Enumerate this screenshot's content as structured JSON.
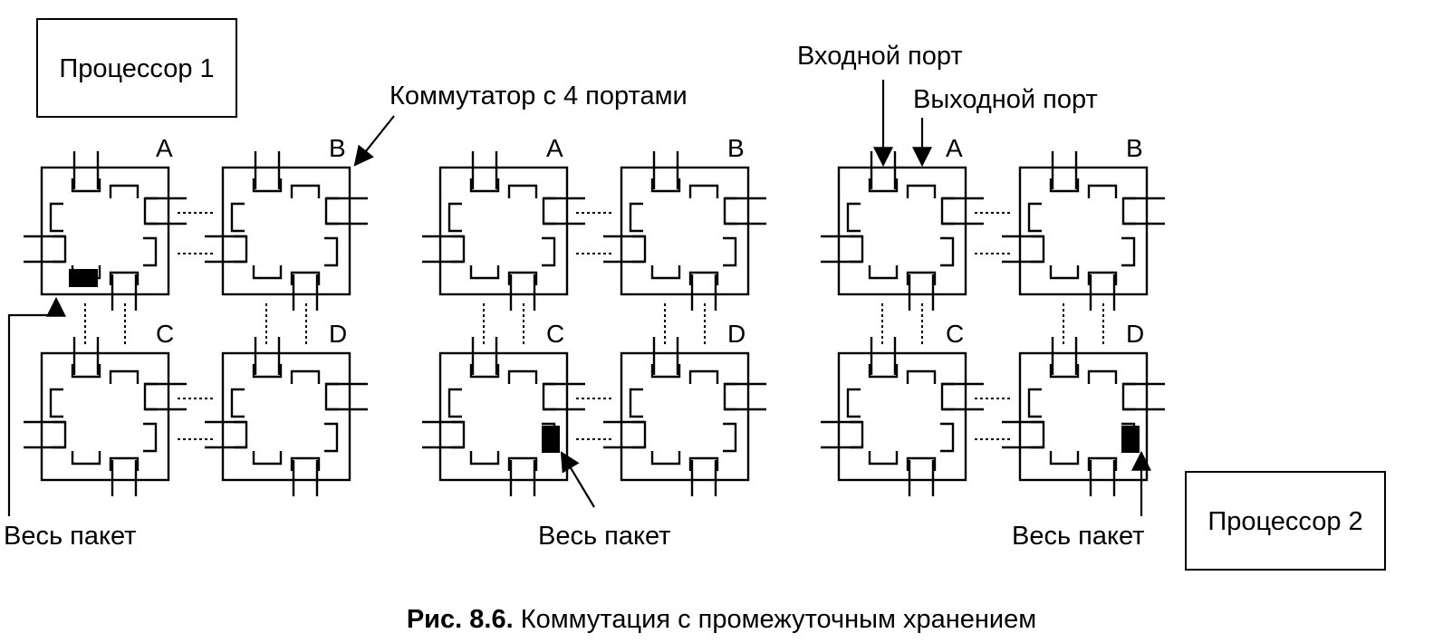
{
  "processors": {
    "p1": "Процессор 1",
    "p2": "Процессор 2"
  },
  "labels": {
    "switch_ports": "Коммутатор с 4 портами",
    "input_port": "Входной порт",
    "output_port": "Выходной порт",
    "whole_packet": "Весь пакет"
  },
  "switch_names": [
    "A",
    "B",
    "C",
    "D"
  ],
  "packet_location": [
    "A",
    "C",
    "D"
  ],
  "caption": {
    "prefix": "Рис. 8.6.",
    "text": "Коммутация с промежуточным хранением"
  }
}
